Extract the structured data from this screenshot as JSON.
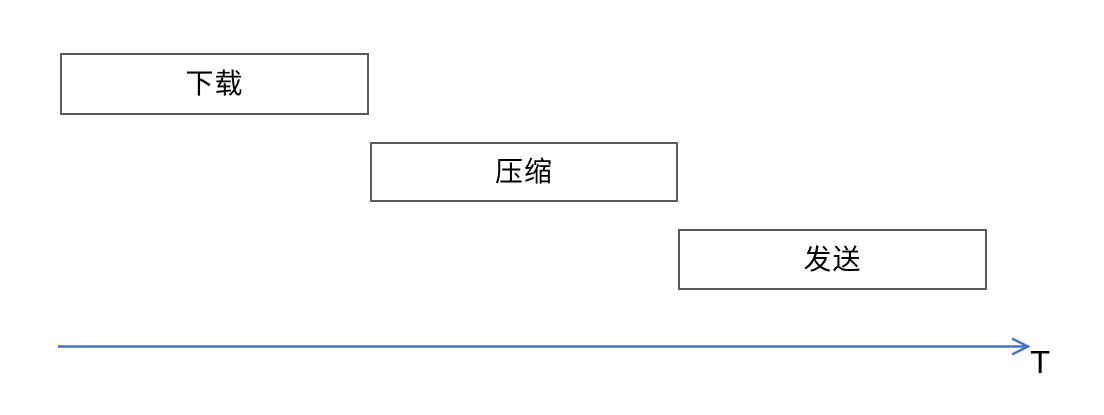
{
  "diagram": {
    "stages": [
      {
        "id": "download",
        "label": "下载"
      },
      {
        "id": "compress",
        "label": "压缩"
      },
      {
        "id": "send",
        "label": "发送"
      }
    ],
    "axis": {
      "label": "T",
      "color": "#4472C4"
    },
    "colors": {
      "box_border": "#595959",
      "box_fill": "#ffffff",
      "label_text": "#000000"
    }
  }
}
